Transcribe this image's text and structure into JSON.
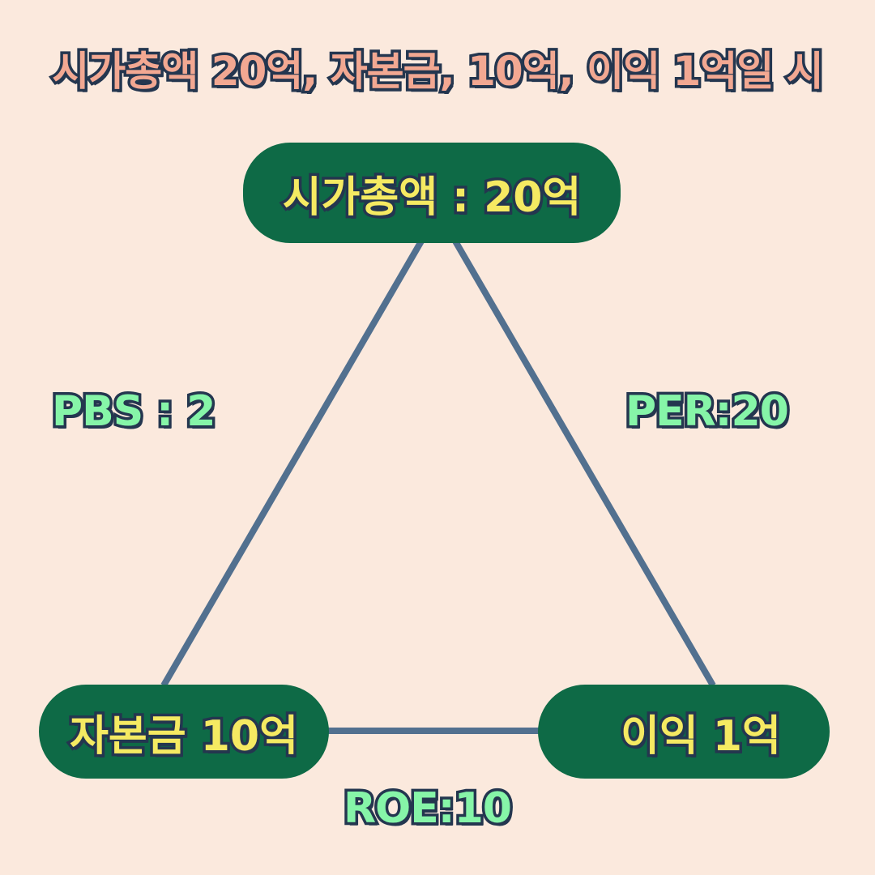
{
  "title": "시가총액 20억, 자본금, 10억, 이익 1억일 시",
  "nodes": {
    "market_cap": "시가총액 : 20억",
    "capital": "자본금 10억",
    "profit": "이익 1억"
  },
  "ratios": {
    "pbs": "PBS : 2",
    "per": "PER:20",
    "roe": "ROE:10"
  },
  "colors": {
    "background": "#fbe9dd",
    "title_text": "#f2a892",
    "node_fill": "#0e6a46",
    "node_text": "#f5ea62",
    "ratio_text": "#86f5a8",
    "line": "#52708f",
    "outline": "#24364f"
  }
}
